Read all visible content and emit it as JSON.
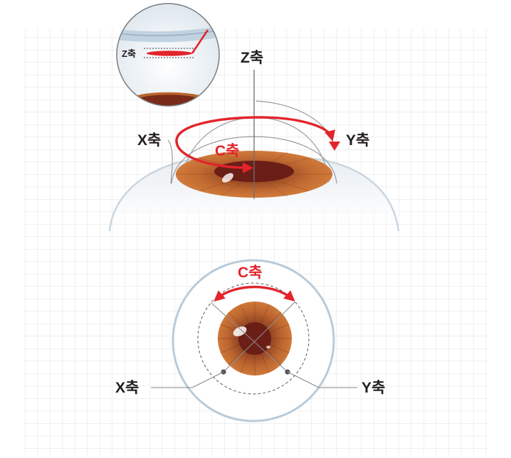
{
  "labels": {
    "inset_z": "Z축",
    "top_z": "Z축",
    "top_x": "X축",
    "top_y": "Y축",
    "top_c": "C축",
    "bottom_c": "C축",
    "bottom_x": "X축",
    "bottom_y": "Y축"
  },
  "colors": {
    "accent_red": "#e3242b",
    "iris_brown": "#b8642e",
    "pupil_dark": "#6a1e16",
    "cornea_blue": "#b9cbd9",
    "grid_line": "#ececec",
    "text_dark": "#231f20",
    "axis_gray": "#7a7a7a"
  }
}
